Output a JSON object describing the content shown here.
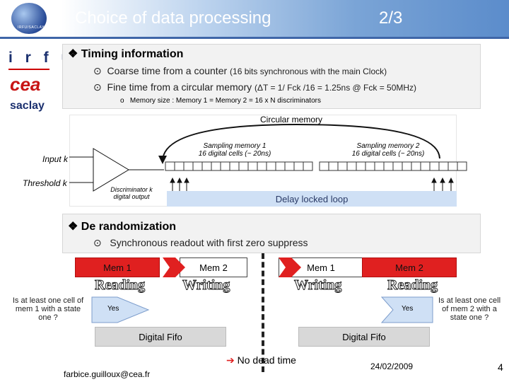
{
  "header": {
    "title": "Choice of data processing",
    "page_fraction": "2/3",
    "logo_text": "IRFU/SACLAY"
  },
  "logos": {
    "irfu": "i r f u",
    "cea": "cea",
    "saclay": "saclay"
  },
  "timing": {
    "heading": "Timing information",
    "coarse": "Coarse time from a counter",
    "coarse_note": "(16 bits synchronous with the main Clock)",
    "fine": "Fine time from a circular memory",
    "fine_note": "(ΔT = 1/ Fck /16 = 1.25ns @ Fck = 50MHz)",
    "memory_size": "Memory size : Memory 1 = Memory 2 = 16 x N discriminators"
  },
  "diagram": {
    "circular_memory": "Circular memory",
    "sampling_mem1": "Sampling memory 1",
    "sampling_mem1_cells": "16 digital cells (~ 20ns)",
    "sampling_mem2": "Sampling memory 2",
    "sampling_mem2_cells": "16 digital cells (~ 20ns)",
    "input": "Input k",
    "threshold": "Threshold k",
    "discriminator_line1": "Discriminator k",
    "discriminator_line2": "digital output",
    "dll": "Delay locked loop",
    "cells_per_memory": 16
  },
  "derandomization": {
    "heading": "De randomization",
    "sub": "Synchronous readout with first zero suppress",
    "left_mem1": "Mem 1",
    "left_mem2": "Mem 2",
    "right_mem1": "Mem 1",
    "right_mem2": "Mem 2",
    "reading": "Reading",
    "writing": "Writing",
    "left_question": "Is at least one cell of mem 1 with a state one ?",
    "right_question": "Is at least one cell of mem 2 with a state one ?",
    "yes": "Yes",
    "fifo": "Digital Fifo",
    "no_dead_time": "No dead time"
  },
  "footer": {
    "email": "farbice.guilloux@cea.fr",
    "date": "24/02/2009",
    "page": "4"
  },
  "colors": {
    "accent_red": "#e02020",
    "header_blue": "#5b8ccb",
    "dll_blue": "#cfe0f5"
  }
}
